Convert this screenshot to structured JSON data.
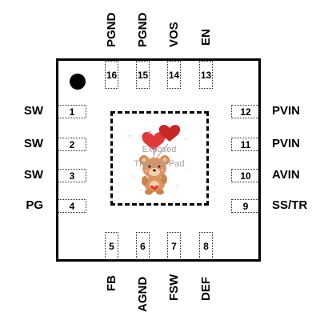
{
  "package": {
    "pad_label": [
      "Exposed",
      "Thermal Pad"
    ]
  },
  "pins": {
    "p1": {
      "number": "1",
      "name": "SW"
    },
    "p2": {
      "number": "2",
      "name": "SW"
    },
    "p3": {
      "number": "3",
      "name": "SW"
    },
    "p4": {
      "number": "4",
      "name": "PG"
    },
    "p5": {
      "number": "5",
      "name": "FB"
    },
    "p6": {
      "number": "6",
      "name": "AGND"
    },
    "p7": {
      "number": "7",
      "name": "FSW"
    },
    "p8": {
      "number": "8",
      "name": "DEF"
    },
    "p9": {
      "number": "9",
      "name": "SS/TR"
    },
    "p10": {
      "number": "10",
      "name": "AVIN"
    },
    "p11": {
      "number": "11",
      "name": "PVIN"
    },
    "p12": {
      "number": "12",
      "name": "PVIN"
    },
    "p13": {
      "number": "13",
      "name": "EN"
    },
    "p14": {
      "number": "14",
      "name": "VOS"
    },
    "p15": {
      "number": "15",
      "name": "PGND"
    },
    "p16": {
      "number": "16",
      "name": "PGND"
    }
  }
}
